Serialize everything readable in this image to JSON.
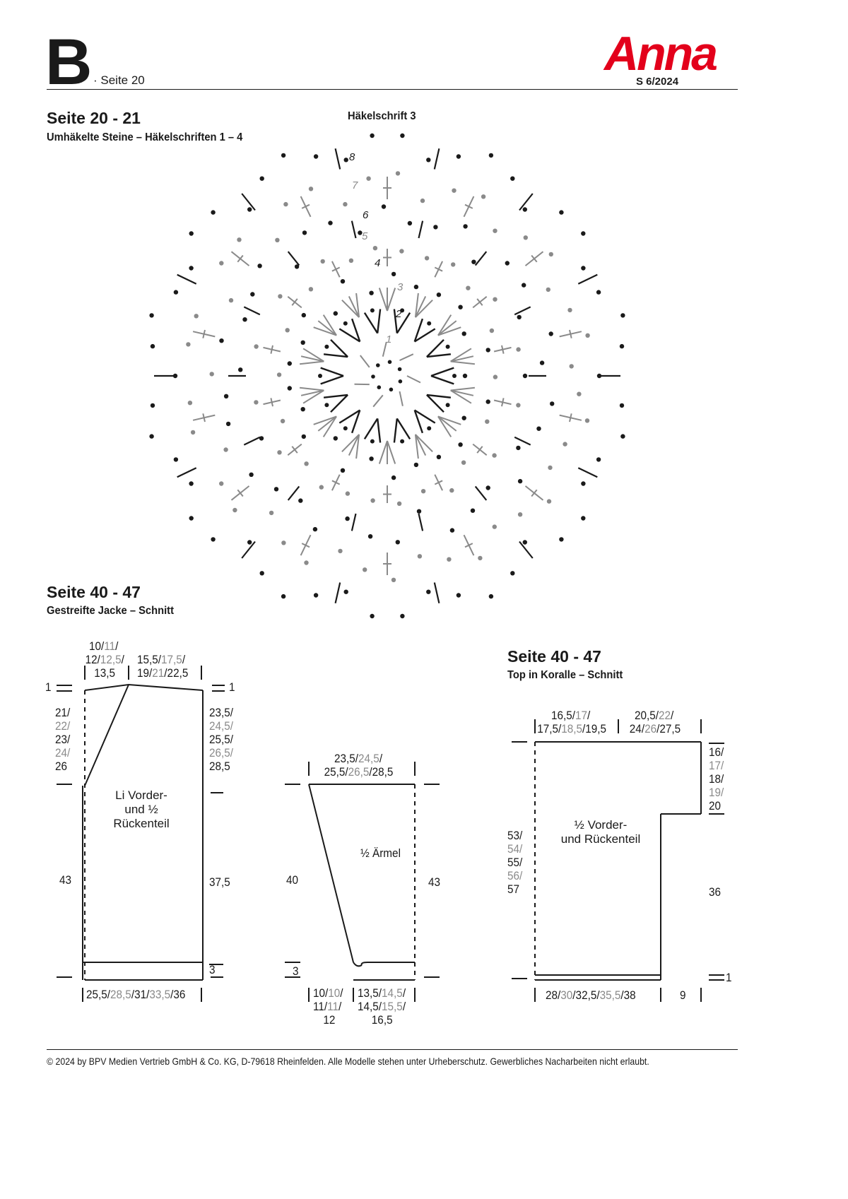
{
  "header": {
    "letter": "B",
    "page_ref": "· Seite 20",
    "brand": "Anna",
    "issue": "S 6/2024",
    "brand_color": "#e3001b"
  },
  "sections": {
    "crochet": {
      "title": "Seite 20 - 21",
      "subtitle": "Umhäkelte Steine – Häkelschriften 1 – 4",
      "chart_title": "Häkelschrift 3",
      "round_numbers": [
        "1",
        "2",
        "3",
        "4",
        "5",
        "6",
        "7",
        "8"
      ]
    },
    "jacket": {
      "title": "Seite 40 - 47",
      "subtitle": "Gestreifte Jacke – Schnitt"
    },
    "top": {
      "title": "Seite 40 - 47",
      "subtitle": "Top in Koralle – Schnitt"
    }
  },
  "jacket_front": {
    "piece_label": [
      "Li Vorder-",
      "und ½",
      "Rückenteil"
    ],
    "top_left": {
      "l1a": "10/",
      "l1b": "11",
      "l1c": "/",
      "l2a": "12/",
      "l2b": "12,5",
      "l2c": "/",
      "l3": "13,5"
    },
    "top_right": {
      "l1a": "15,5/",
      "l1b": "17,5",
      "l1c": "/",
      "l2a": "19/",
      "l2b": "21",
      "l2c": "/22,5"
    },
    "shoulder_left": "1",
    "shoulder_right": "1",
    "left_side": {
      "a": "21/",
      "b": "22/",
      "c": "23/",
      "d": "24/",
      "e": "26"
    },
    "left_length": "43",
    "right_side": {
      "a": "23,5/",
      "b": "24,5/",
      "c": "25,5/",
      "d": "26,5/",
      "e": "28,5"
    },
    "right_length": "37,5",
    "hem": "3",
    "bottom": {
      "a": "25,5/",
      "b": "28,5",
      "c": "/31/",
      "d": "33,5",
      "e": "/36"
    }
  },
  "sleeve": {
    "piece_label": "½ Ärmel",
    "top": {
      "l1a": "23,5/",
      "l1b": "24,5",
      "l1c": "/",
      "l2a": "25,5/",
      "l2b": "26,5",
      "l2c": "/28,5"
    },
    "left_length": "40",
    "right_length": "43",
    "hem": "3",
    "bottom_left": {
      "a": "10/",
      "b": "10",
      "c": "/",
      "d": "11/",
      "e": "11",
      "f": "/",
      "g": "12"
    },
    "bottom_right": {
      "a": "13,5/",
      "b": "14,5",
      "c": "/",
      "d": "14,5/",
      "e": "15,5",
      "f": "/",
      "g": "16,5"
    }
  },
  "top_piece": {
    "piece_label": [
      "½ Vorder-",
      "und Rückenteil"
    ],
    "top": {
      "l1a": "16,5/",
      "l1b": "17",
      "l1c": "/",
      "l1d": "20,5/",
      "l1e": "22",
      "l1f": "/",
      "l2a": "17,5/",
      "l2b": "18,5",
      "l2c": "/19,5",
      "l2d": "24/",
      "l2e": "26",
      "l2f": "/27,5"
    },
    "left_side": {
      "a": "53/",
      "b": "54/",
      "c": "55/",
      "d": "56/",
      "e": "57"
    },
    "right_upper": {
      "a": "16/",
      "b": "17/",
      "c": "18/",
      "d": "19/",
      "e": "20"
    },
    "right_length": "36",
    "hem": "1",
    "bottom": {
      "a": "28/",
      "b": "30",
      "c": "/32,5/",
      "d": "35,5",
      "e": "/38",
      "f": "9"
    }
  },
  "footer": {
    "copyright": "© 2024 by BPV Medien Vertrieb GmbH & Co. KG, D-79618 Rheinfelden. Alle Modelle stehen unter Urheberschutz. Gewerbliches Nacharbeiten nicht erlaubt."
  },
  "colors": {
    "ink": "#1a1a1a",
    "gray": "#8a8a8a"
  }
}
